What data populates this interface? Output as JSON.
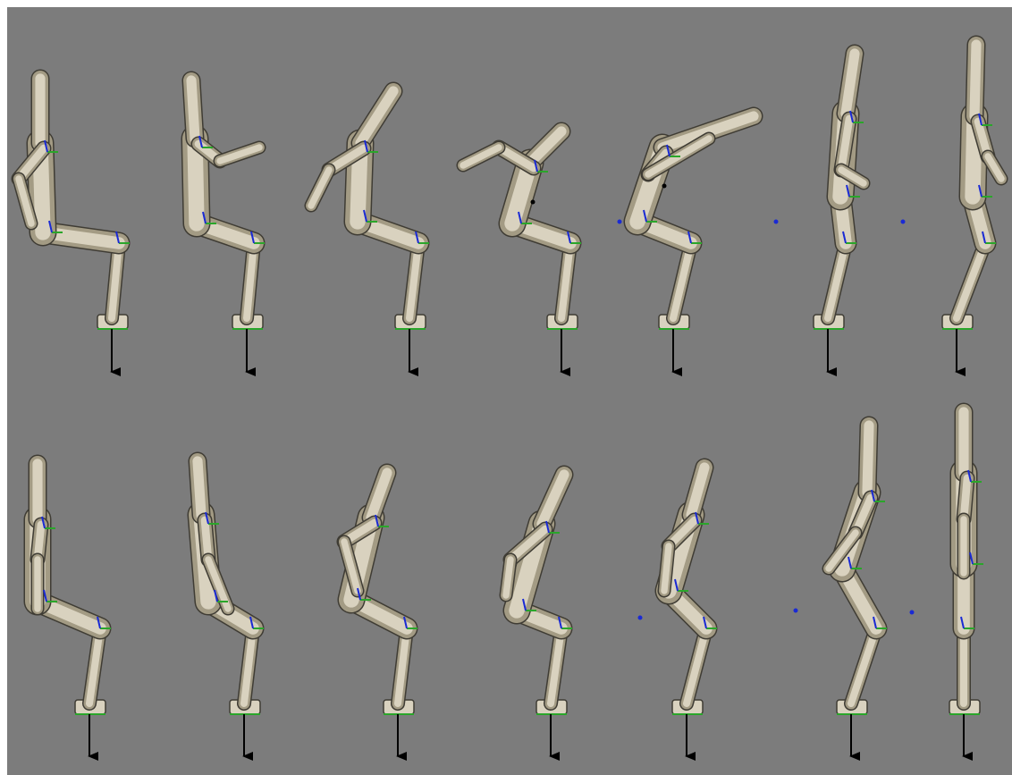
{
  "scene": {
    "background": "#7c7c7c",
    "limb_fill": "#d9d2bf",
    "limb_shade": "#a39b84",
    "limb_edge": "#3f3c34",
    "arrow_color": "#000000",
    "axis_colors": {
      "x": "#d42a1a",
      "y": "#2aa62a",
      "z": "#1a2ad4"
    },
    "rows": [
      {
        "name": "row-sit-to-stand-with-arm-swing",
        "frames": 7
      },
      {
        "name": "row-sit-to-stand-arms-down",
        "frames": 7
      }
    ]
  }
}
